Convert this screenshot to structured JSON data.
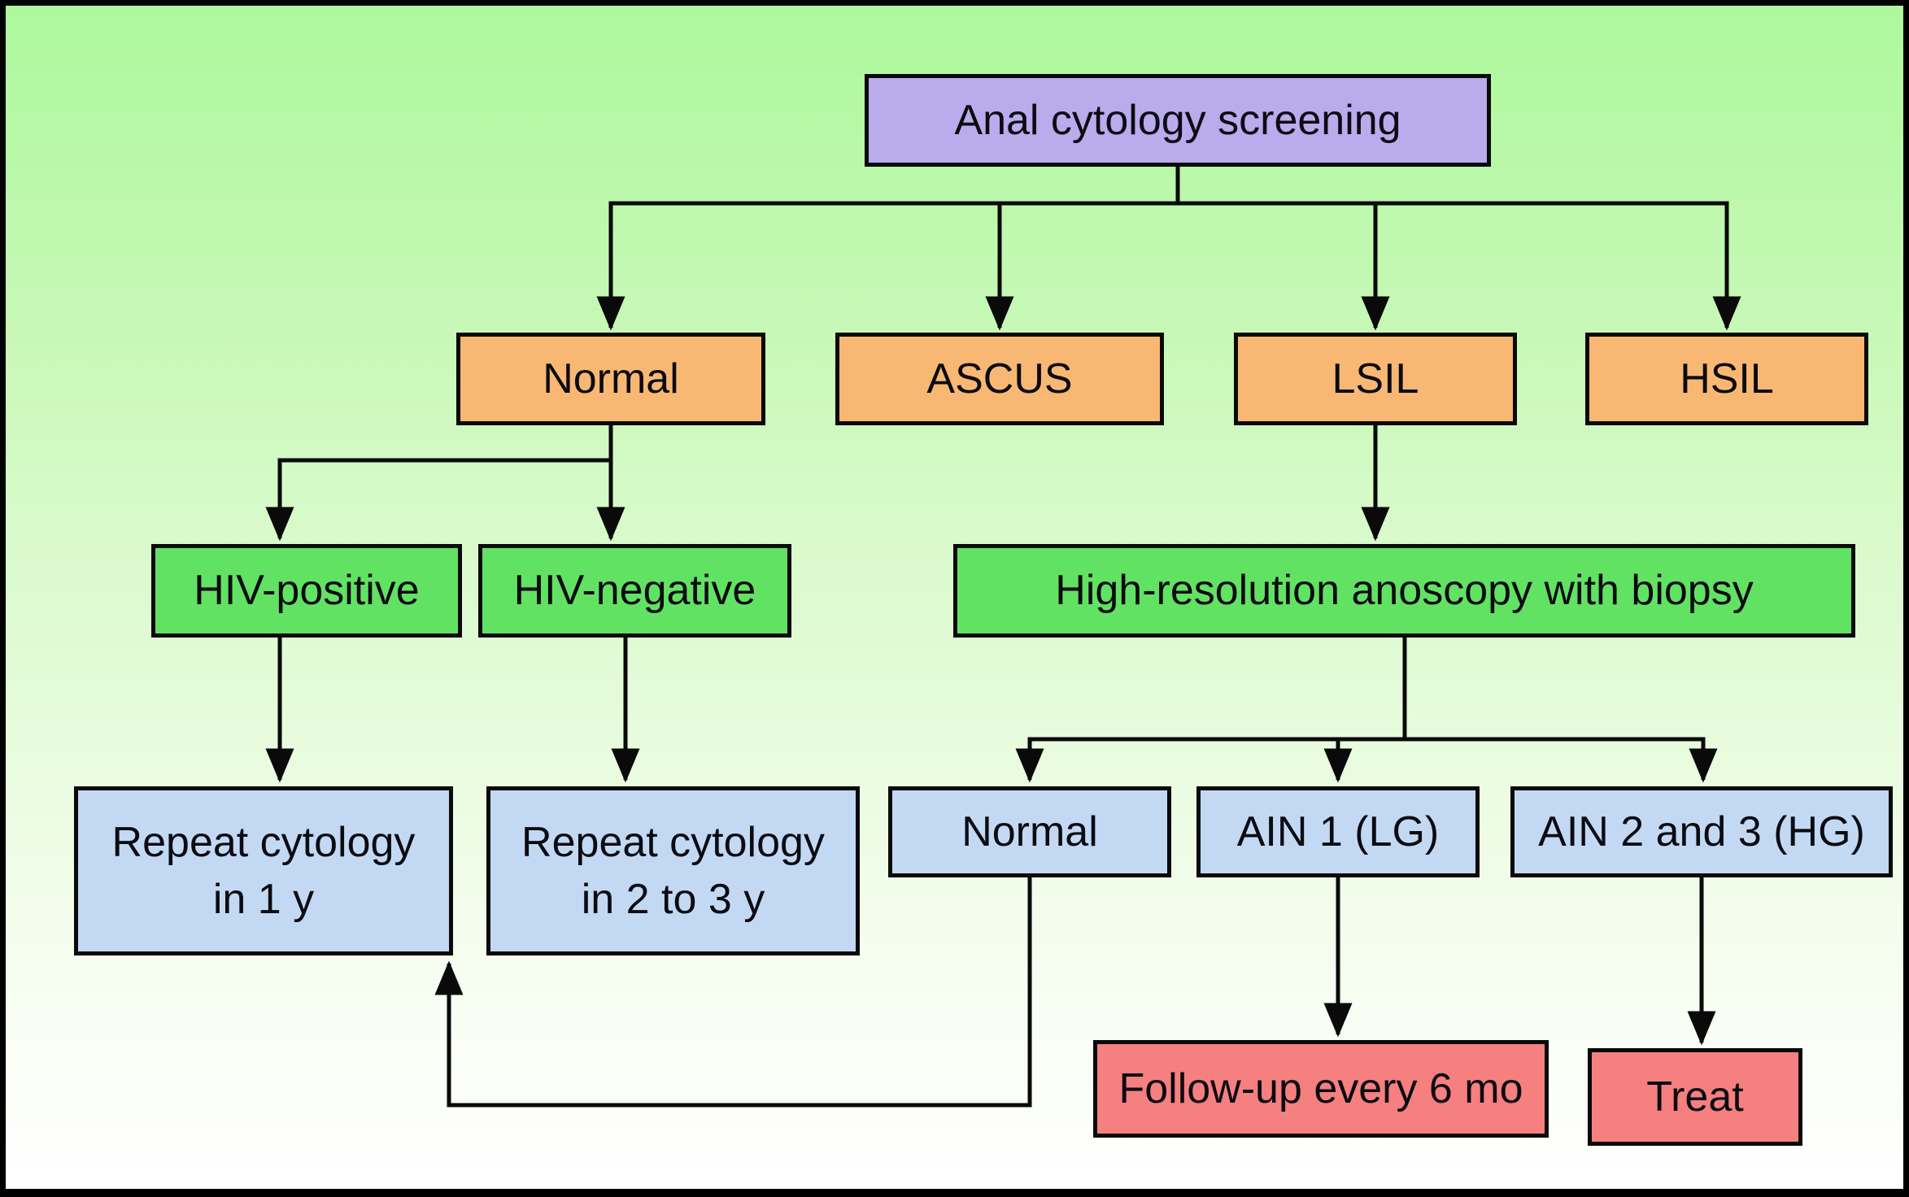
{
  "colors": {
    "frame_border": "#000000",
    "background_top": "#adf89c",
    "background_bottom": "#ffffff",
    "line": "#0a0a0a",
    "purple": "#b9abec",
    "orange": "#f8b873",
    "green": "#62e263",
    "blue": "#c3d9f3",
    "red": "#f67f7f"
  },
  "nodes": {
    "screening": {
      "label": "Anal cytology screening",
      "fill": "#b9abec"
    },
    "normal": {
      "label": "Normal",
      "fill": "#f8b873"
    },
    "ascus": {
      "label": "ASCUS",
      "fill": "#f8b873"
    },
    "lsil": {
      "label": "LSIL",
      "fill": "#f8b873"
    },
    "hsil": {
      "label": "HSIL",
      "fill": "#f8b873"
    },
    "hiv_positive": {
      "label": "HIV-positive",
      "fill": "#62e263"
    },
    "hiv_negative": {
      "label": "HIV-negative",
      "fill": "#62e263"
    },
    "anoscopy": {
      "label": "High-resolution anoscopy with biopsy",
      "fill": "#62e263"
    },
    "repeat_1y": {
      "label": "Repeat cytology\nin 1 y",
      "fill": "#c3d9f3"
    },
    "repeat_2_3y": {
      "label": "Repeat cytology\nin 2 to 3 y",
      "fill": "#c3d9f3"
    },
    "normal_biopsy": {
      "label": "Normal",
      "fill": "#c3d9f3"
    },
    "ain_1": {
      "label": "AIN 1 (LG)",
      "fill": "#c3d9f3"
    },
    "ain_2_3": {
      "label": "AIN 2 and 3 (HG)",
      "fill": "#c3d9f3"
    },
    "follow_up": {
      "label": "Follow-up every 6 mo",
      "fill": "#f67f7f"
    },
    "treat": {
      "label": "Treat",
      "fill": "#f67f7f"
    }
  }
}
